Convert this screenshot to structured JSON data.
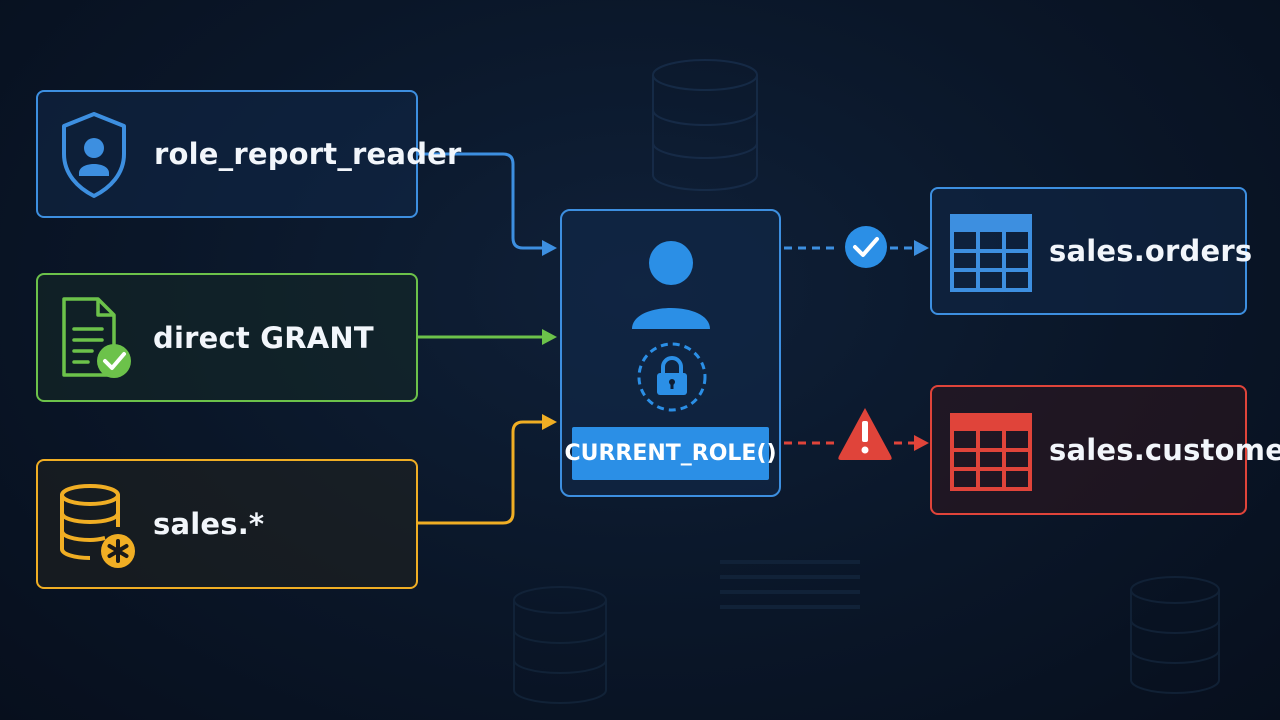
{
  "sources": [
    {
      "label": "role_report_reader",
      "icon": "shield-user-icon",
      "color": "#3d8fe0"
    },
    {
      "label": "direct GRANT",
      "icon": "document-check-icon",
      "color": "#6cc24a"
    },
    {
      "label": "sales.*",
      "icon": "database-wildcard-icon",
      "color": "#f0ae24"
    }
  ],
  "center": {
    "function_label": "CURRENT_ROLE()",
    "icons": [
      "user-icon",
      "lock-icon"
    ],
    "color": "#3d8fe0"
  },
  "targets": [
    {
      "label": "sales.orders",
      "status": "allowed",
      "status_icon": "check-circle-icon",
      "color": "#3d8fe0"
    },
    {
      "label": "sales.customers",
      "status": "denied",
      "status_icon": "warning-triangle-icon",
      "color": "#e0443a"
    }
  ],
  "background_icons": [
    "database-icon"
  ]
}
